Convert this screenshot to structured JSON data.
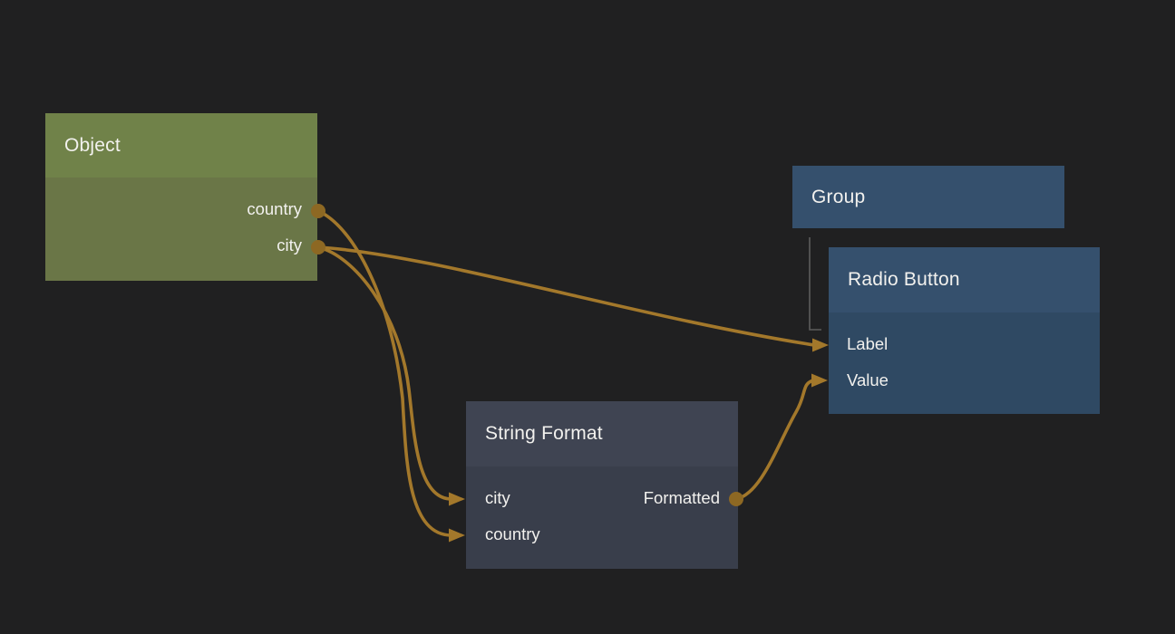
{
  "app": {
    "view": "node-graph-editor-canvas"
  },
  "canvas": {
    "background_color": "#202021",
    "wire_color": "#a3782b",
    "port_dot_color": "#8d6823",
    "group_link_color": "#5c5c5c",
    "text_color": "#f2f1ee"
  },
  "nodes": {
    "object": {
      "title": "Object",
      "header_color": "#708249",
      "body_color": "#6a7647",
      "outputs": [
        "country",
        "city"
      ]
    },
    "group": {
      "title": "Group",
      "header_color": "#35506d"
    },
    "radio_button": {
      "title": "Radio Button",
      "header_color": "#35506d",
      "body_color": "#2f4963",
      "inputs": [
        "Label",
        "Value"
      ]
    },
    "string_format": {
      "title": "String Format",
      "header_color": "#3f4452",
      "body_color": "#393e4b",
      "inputs": [
        "city",
        "country"
      ],
      "outputs": [
        "Formatted"
      ]
    }
  },
  "connections": [
    {
      "from": "Object.country",
      "to": "String Format.country",
      "type": "data-wire"
    },
    {
      "from": "Object.city",
      "to": "String Format.city",
      "type": "data-wire"
    },
    {
      "from": "Object.city",
      "to": "Radio Button.Label",
      "type": "data-wire"
    },
    {
      "from": "String Format.Formatted",
      "to": "Radio Button.Value",
      "type": "data-wire"
    },
    {
      "from": "Group",
      "to": "Radio Button",
      "type": "group-membership"
    }
  ]
}
